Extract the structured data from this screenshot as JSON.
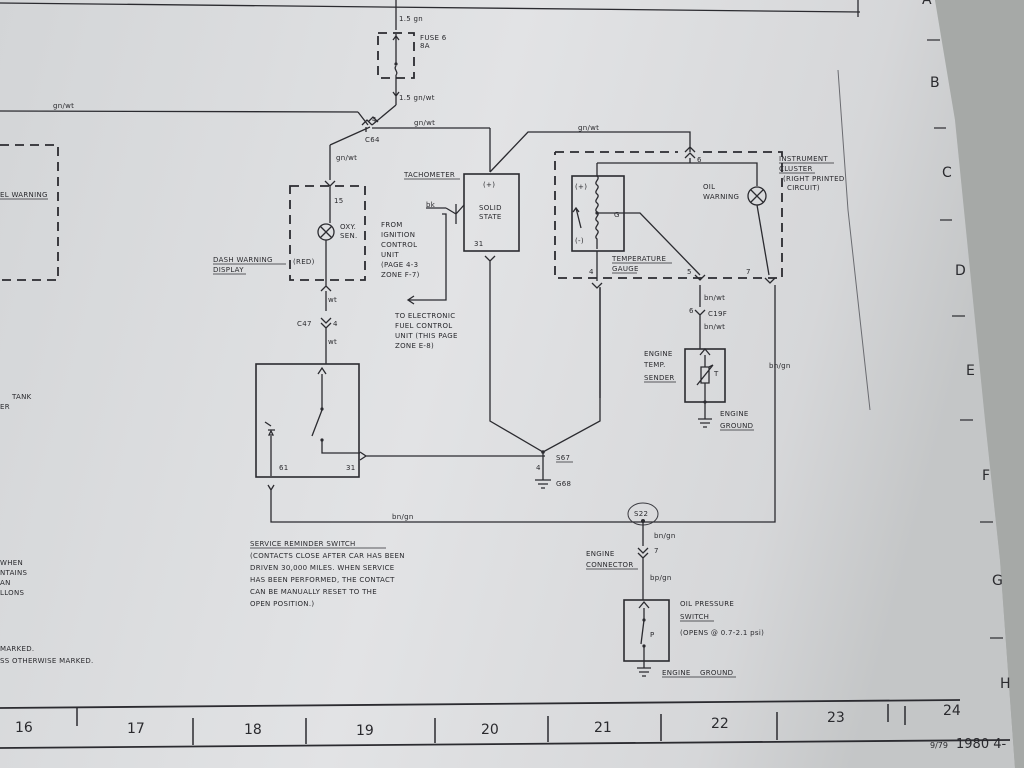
{
  "zones_bottom": [
    "16",
    "17",
    "18",
    "19",
    "20",
    "21",
    "22",
    "23",
    "24"
  ],
  "zones_right": [
    "A",
    "B",
    "C",
    "D",
    "E",
    "F",
    "G",
    "H"
  ],
  "footer_date": "9/79",
  "footer_page": "1980 4-",
  "labels": {
    "w_15gn": "1.5 gn",
    "fuse": "FUSE 6",
    "fuse_amp": "8A",
    "w_15gnwt": "1.5 gn/wt",
    "gnwt_left": "gn/wt",
    "gnwt_c64": "gn/wt",
    "gnwt_top": "gn/wt",
    "gnwt_vert": "gn/wt",
    "c64": "C64",
    "pin4_c64": "4",
    "el_warning": "EL WARNING",
    "tank": "TANK",
    "tank2": "ER",
    "tachometer": "TACHOMETER",
    "tach_plus": "(+)",
    "solid": "SOLID",
    "state": "STATE",
    "tach_31": "31",
    "bk": "bk",
    "from1": "FROM",
    "from2": "IGNITION",
    "from3": "CONTROL",
    "from4": "UNIT",
    "from5": "(PAGE 4-3",
    "from6": "ZONE F-7)",
    "to1": "TO ELECTRONIC",
    "to2": "FUEL CONTROL",
    "to3": "UNIT (THIS PAGE",
    "to4": "ZONE E-8)",
    "pin15": "15",
    "oxy1": "OXY.",
    "oxy2": "SEN.",
    "red": "(RED)",
    "dash1": "DASH WARNING",
    "dash2": "DISPLAY",
    "wt1": "wt",
    "c47": "C47",
    "pin4_c47": "4",
    "wt2": "wt",
    "sw61": "61",
    "sw31": "31",
    "s67": "S67",
    "pin4_g68": "4",
    "g68": "G68",
    "bngn_bottom": "bn/gn",
    "s22": "S22",
    "bngn_s22": "bn/gn",
    "engine_conn1": "ENGINE",
    "engine_conn2": "CONNECTOR",
    "pin7": "7",
    "bpgn": "bp/gn",
    "oil_ps1": "OIL PRESSURE",
    "oil_ps2": "SWITCH",
    "oil_ps3": "(OPENS @ 0.7-2.1 psi)",
    "p": "P",
    "eng_ground2": "ENGINE GROUND",
    "srs1": "SERVICE REMINDER SWITCH",
    "srs2": "(CONTACTS CLOSE AFTER CAR HAS BEEN",
    "srs3": "DRIVEN 30,000 MILES. WHEN SERVICE",
    "srs4": "HAS BEEN PERFORMED, THE CONTACT",
    "srs5": "CAN BE MANUALLY RESET TO THE",
    "srs6": "OPEN POSITION.)",
    "left1": "WHEN",
    "left2": "NTAINS",
    "left3": "AN",
    "left4": "LLONS",
    "left5": "MARKED.",
    "left6": "SS OTHERWISE MARKED.",
    "tg_plus": "(+)",
    "tg_minus": "(-)",
    "tg_g": "G",
    "tg1": "TEMPERATURE",
    "tg2": "GAUGE",
    "pin4_tg": "4",
    "pin5": "5",
    "pin7_ic": "7",
    "pin6": "6",
    "oil_w1": "OIL",
    "oil_w2": "WARNING",
    "ic1": "INSTRUMENT",
    "ic2": "CLUSTER",
    "ic3": "(RIGHT PRINTED",
    "ic4": "CIRCUIT)",
    "bnwt1": "bn/wt",
    "pin6_c19": "6",
    "c19f": "C19F",
    "bnwt2": "bn/wt",
    "bngn_right": "bn/gn",
    "ets1": "ENGINE",
    "ets2": "TEMP.",
    "ets3": "SENDER",
    "t": "T",
    "eg1": "ENGINE",
    "eg2": "GROUND"
  }
}
